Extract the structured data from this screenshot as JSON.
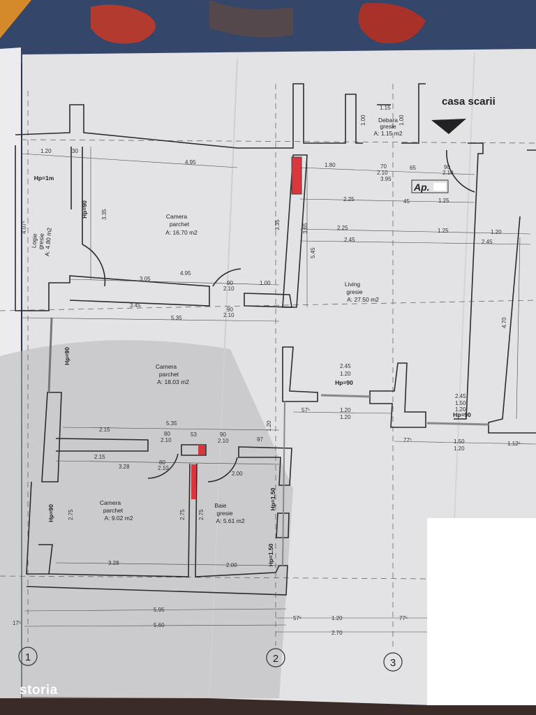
{
  "header": {
    "stair_label": "casa scarii",
    "apartment_label": "Ap."
  },
  "rooms": [
    {
      "name": "Camera",
      "floor": "parchet",
      "area": "A: 16.70 m2"
    },
    {
      "name": "Logie",
      "floor": "gresie",
      "area": "A: 4.80 m2"
    },
    {
      "name": "Camera",
      "floor": "parchet",
      "area": "A: 18.03 m2"
    },
    {
      "name": "Camera",
      "floor": "parchet",
      "area": "A: 9.02 m2"
    },
    {
      "name": "Baie",
      "floor": "gresie",
      "area": "A: 5.61 m2"
    },
    {
      "name": "Living",
      "floor": "gresie",
      "area": "A: 27.50 m2"
    },
    {
      "name": "Debara",
      "floor": "gresie",
      "area": "A: 1.15 m2"
    }
  ],
  "notes": [
    "Hp=1m",
    "Hp=90",
    "Hp=90",
    "Hp=90",
    "Hp=90",
    "Hp=90",
    "Hp=1.50",
    "Hp=1.50"
  ],
  "dimensions": [
    "1.20",
    "30",
    "4.95",
    "1.80",
    "70",
    "2.10",
    "65",
    "90",
    "2.10",
    "3.95",
    "2.25",
    "45",
    "1.25",
    "2.25",
    "1.25",
    "1.20",
    "2.45",
    "2.45",
    "3.05",
    "4.95",
    "90",
    "2.10",
    "1.00",
    "3.45",
    "90",
    "2.10",
    "5.35",
    "5.35",
    "2.15",
    "80",
    "2.10",
    "53",
    "90",
    "2.10",
    "97",
    "2.15",
    "3.28",
    "80",
    "2.10",
    "2.00",
    "3.28",
    "2.00",
    "5.95",
    "5.60",
    "2.70",
    "1.20",
    "57⁵",
    "77⁵",
    "2.45",
    "1.20",
    "1.20",
    "2.45",
    "1.50",
    "1.20",
    "57⁵",
    "1.20",
    "1.20",
    "77⁵",
    "1.50",
    "1.20",
    "1.12⁵",
    "4.70",
    "5.45",
    "3.65",
    "3.35",
    "3.35",
    "1.15",
    "1.00",
    "1.00",
    "4.07⁵",
    "2.75",
    "2.75",
    "2.75",
    "17⁵"
  ],
  "axes": [
    "1",
    "2",
    "3"
  ],
  "watermark": "storia",
  "colors": {
    "paper": "#e3e3e5",
    "wall": "#2b2b2b",
    "accent": "#d9363e",
    "rug": "#2a3550"
  }
}
